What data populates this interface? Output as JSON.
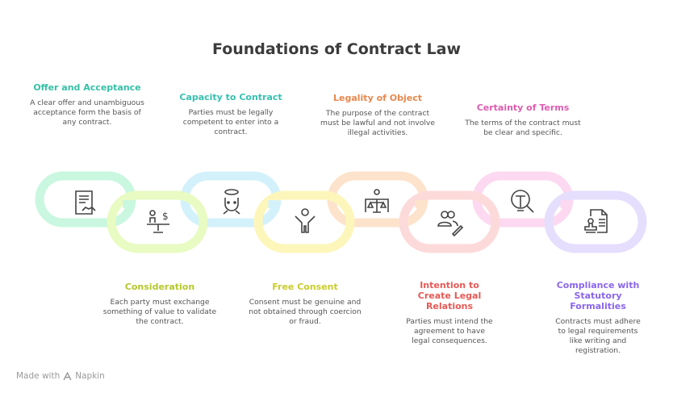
{
  "title": "Foundations of Contract Law",
  "items": [
    {
      "title": "Offer and Acceptance",
      "description": "A clear offer and unambiguous acceptance form the basis of any contract.",
      "color": "#35c0a6",
      "ring": "#c9f7df",
      "icon": "contract-handshake-icon"
    },
    {
      "title": "Consideration",
      "description": "Each party must exchange something of value to validate the contract.",
      "color": "#b5c82a",
      "ring": "#e8fbc2",
      "icon": "value-scale-icon"
    },
    {
      "title": "Capacity to Contract",
      "description": "Parties must be legally competent to enter into a contract.",
      "color": "#35c0b0",
      "ring": "#d3f1fb",
      "icon": "person-halo-icon"
    },
    {
      "title": "Free Consent",
      "description": "Consent must be genuine and not obtained through coercion or fraud.",
      "color": "#c9cc2a",
      "ring": "#fdf6bb",
      "icon": "person-arms-up-icon"
    },
    {
      "title": "Legality of Object",
      "description": "The purpose of the contract must be lawful and not involve illegal activities.",
      "color": "#e8884e",
      "ring": "#fde3cc",
      "icon": "judge-scales-icon"
    },
    {
      "title": "Intention to Create Legal Relations",
      "description": "Parties must intend the agreement to have legal consequences.",
      "color": "#e65a55",
      "ring": "#fddada",
      "icon": "people-pen-icon"
    },
    {
      "title": "Certainty of Terms",
      "description": "The terms of the contract must be clear and specific.",
      "color": "#de5cb0",
      "ring": "#fcd9f0",
      "icon": "magnify-text-icon"
    },
    {
      "title": "Compliance with Statutory Formalities",
      "description": "Contracts must adhere to legal requirements like writing and registration.",
      "color": "#8a66ee",
      "ring": "#e6defd",
      "icon": "stamp-document-icon"
    }
  ],
  "footer": {
    "made_with": "Made with",
    "brand": "Napkin"
  }
}
